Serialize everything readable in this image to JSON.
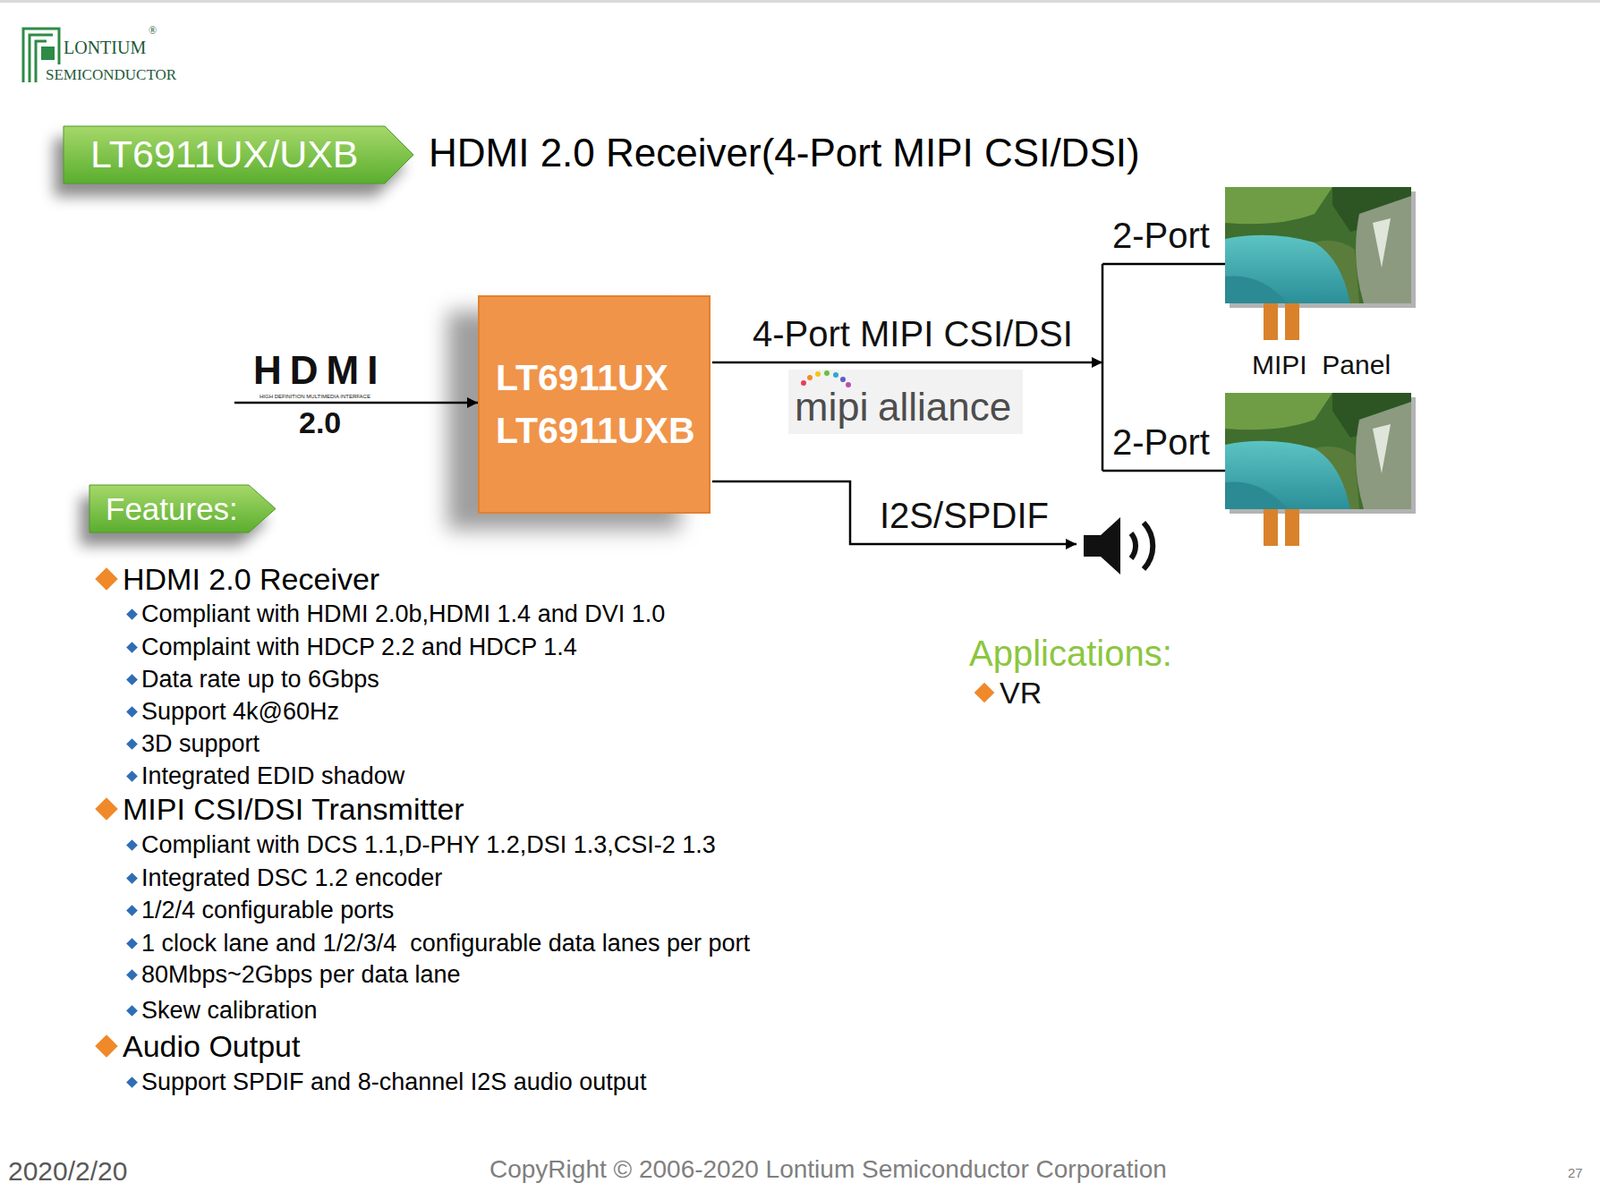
{
  "diagram": {
    "title": "HDMI 2.0 Receiver(4-Port MIPI CSI/DSI)",
    "nodes": [
      {
        "text": [
          "LT6911UX/UXB"
        ]
      },
      {
        "text": [
          "LT6911UX",
          "LT6911UXB"
        ]
      },
      {
        "text": [
          "Features:"
        ]
      }
    ],
    "labels": [
      "LONTIUM",
      "SEMICONDUCTOR",
      "®",
      "HDMI",
      "HIGH DEFINITION MULTIMEDIA INTERFACE",
      "2.0",
      "4-Port MIPI CSI/DSI",
      "mipi",
      "alliance",
      "2-Port",
      "MIPI  Panel",
      "2-Port",
      "I2S/SPDIF",
      "HDMI 2.0 Receiver",
      "Compliant with HDMI 2.0b,HDMI 1.4 and DVI 1.0",
      "Complaint with HDCP 2.2 and HDCP 1.4",
      "Data rate up to 6Gbps",
      "Support 4k@60Hz",
      "3D support",
      "Integrated EDID shadow",
      "MIPI CSI/DSI Transmitter",
      "Compliant with DCS 1.1,D-PHY 1.2,DSI 1.3,CSI-2 1.3",
      "Integrated DSC 1.2 encoder",
      "1/2/4 configurable ports",
      "1 clock lane and 1/2/3/4  configurable data lanes per port",
      "80Mbps~2Gbps per data lane",
      "Skew calibration",
      "Audio Output",
      "Support SPDIF and 8-channel I2S audio output",
      "Applications:",
      "VR",
      "2020/2/20",
      "CopyRight © 2006-2020 Lontium Semiconductor Corporation",
      "27"
    ]
  }
}
